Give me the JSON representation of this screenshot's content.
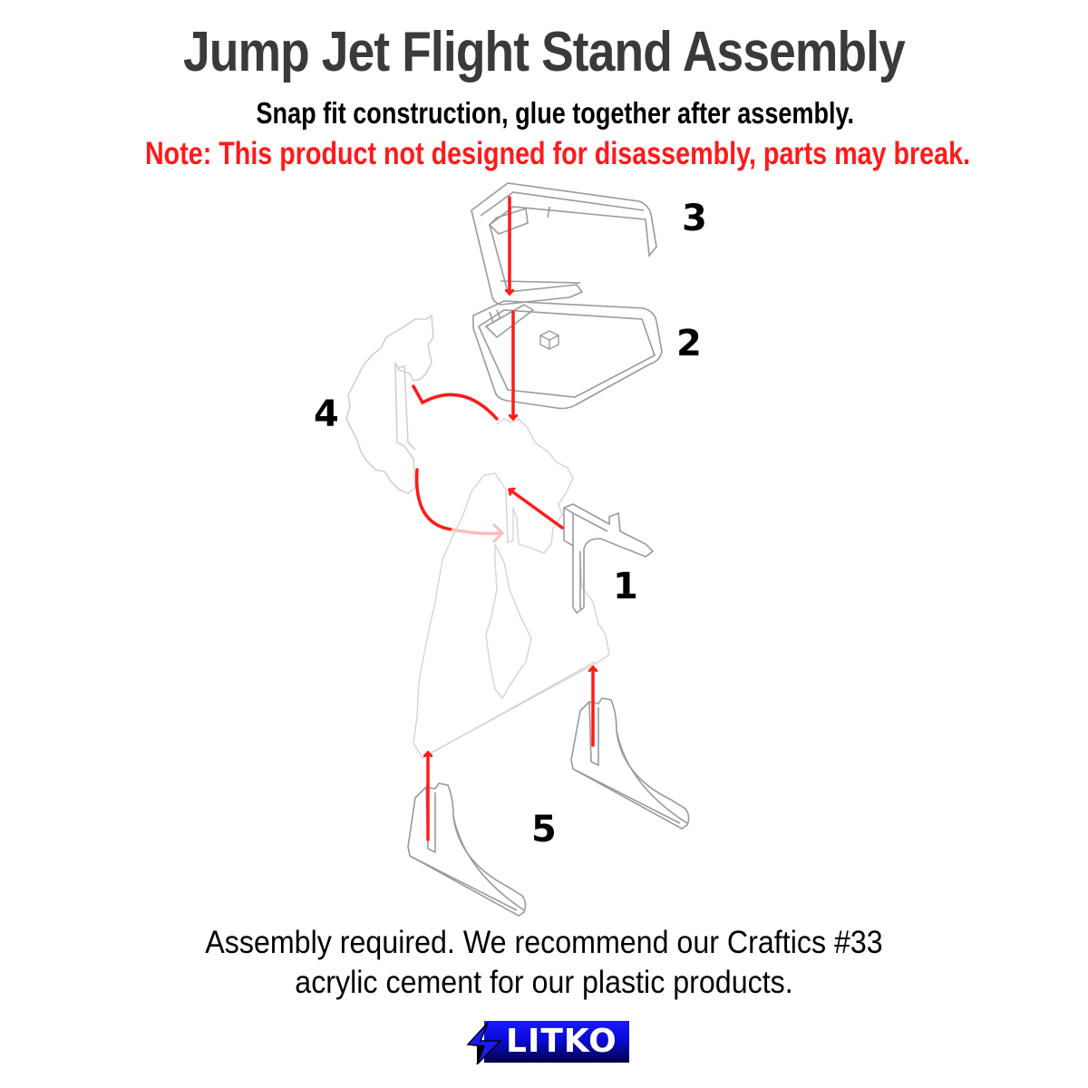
{
  "header": {
    "title": "Jump Jet Flight Stand Assembly",
    "subtitle": "Snap fit construction, glue together after assembly.",
    "note": "Note: This product not designed for disassembly, parts may break."
  },
  "diagram": {
    "parts": [
      {
        "label": "1",
        "description": "arm connector piece"
      },
      {
        "label": "2",
        "description": "hex base plate with peg"
      },
      {
        "label": "3",
        "description": "bracket clip"
      },
      {
        "label": "4",
        "description": "side profile panel"
      },
      {
        "label": "5",
        "description": "feet (x2)"
      }
    ],
    "colors": {
      "arrow": "#ff1a1a",
      "part_outline": "#9a9a9a",
      "faded_outline": "#cfcfcf"
    }
  },
  "footer": {
    "line1": "Assembly required. We recommend our Craftics #33",
    "line2": "acrylic cement for our plastic products."
  },
  "logo": {
    "text": "LITKO",
    "colors": {
      "box_top": "#1a1aff",
      "box_bottom": "#000044",
      "text": "#ffffff"
    }
  }
}
